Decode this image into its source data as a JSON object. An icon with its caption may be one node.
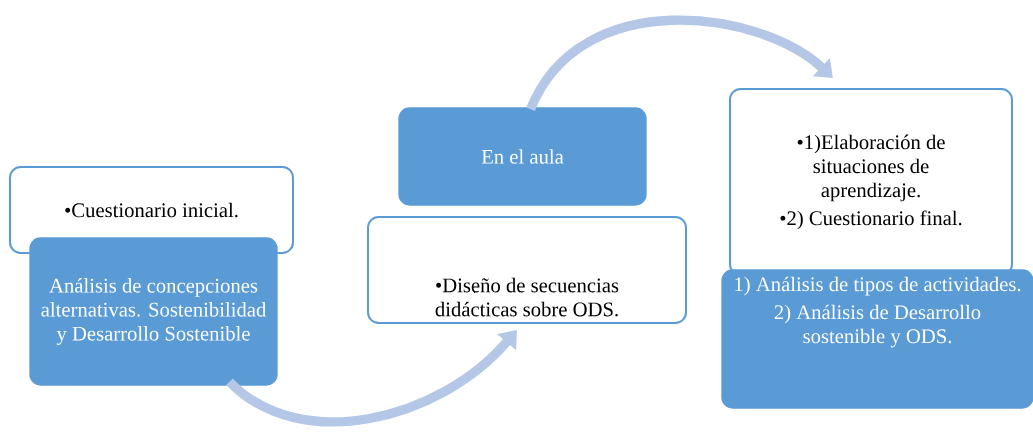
{
  "diagram": {
    "nodes": [
      {
        "text": [
          "•Cuestionario inicial."
        ]
      },
      {
        "text": [
          "Análisis de concepciones alternativas. Sostenibilidad y Desarrollo Sostenible"
        ]
      },
      {
        "text": [
          "En el aula"
        ]
      },
      {
        "text": [
          "•Diseño de secuencias didácticas sobre ODS."
        ]
      },
      {
        "text": [
          "•1)Elaboración de situaciones de aprendizaje.",
          "•2) Cuestionario final."
        ]
      },
      {
        "text": [
          "1) Análisis de tipos de actividades.",
          "2) Análisis de Desarrollo sostenible y ODS."
        ]
      }
    ],
    "edges": [
      {
        "from": 1,
        "to": 3,
        "arrow": "to"
      },
      {
        "from": 2,
        "to": 4,
        "arrow": "to"
      }
    ]
  }
}
